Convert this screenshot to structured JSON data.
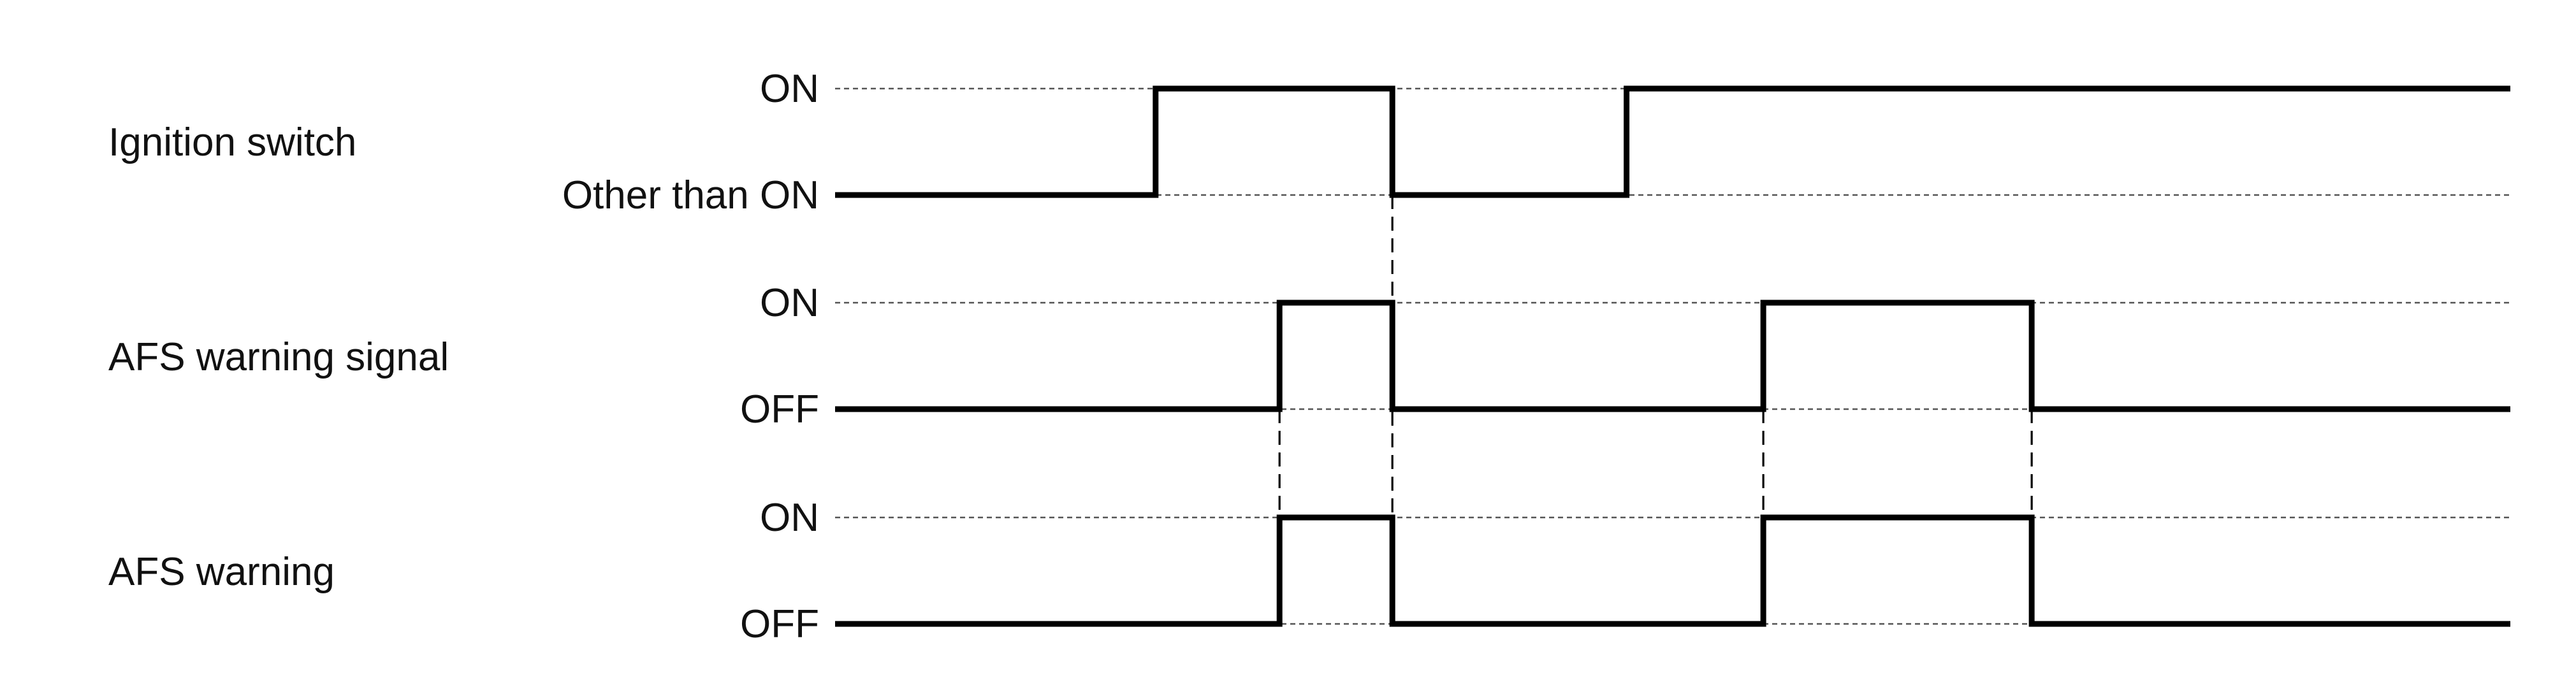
{
  "signals": [
    {
      "id": "ignition",
      "name": "Ignition switch",
      "high_label": "ON",
      "low_label": "Other than ON",
      "initial": 0,
      "toggles": [
        1.875,
        3.26,
        4.63
      ]
    },
    {
      "id": "afs_signal",
      "name": "AFS warning signal",
      "high_label": "ON",
      "low_label": "OFF",
      "initial": 0,
      "toggles": [
        2.6,
        3.26,
        5.43,
        7.0
      ]
    },
    {
      "id": "afs_warning",
      "name": "AFS warning",
      "high_label": "ON",
      "low_label": "OFF",
      "initial": 0,
      "toggles": [
        2.6,
        3.26,
        5.43,
        7.0
      ]
    }
  ],
  "time_span": [
    0,
    9.8
  ],
  "dashed_transitions": [
    {
      "t": 3.26,
      "from": "ignition",
      "to": "afs_warning"
    },
    {
      "t": 2.6,
      "from": "afs_signal",
      "to": "afs_warning"
    },
    {
      "t": 5.43,
      "from": "afs_signal",
      "to": "afs_warning"
    },
    {
      "t": 7.0,
      "from": "afs_signal",
      "to": "afs_warning"
    }
  ],
  "colors": {
    "wave": "#000000",
    "reference": "#555555",
    "text": "#111111",
    "background": "#ffffff"
  }
}
